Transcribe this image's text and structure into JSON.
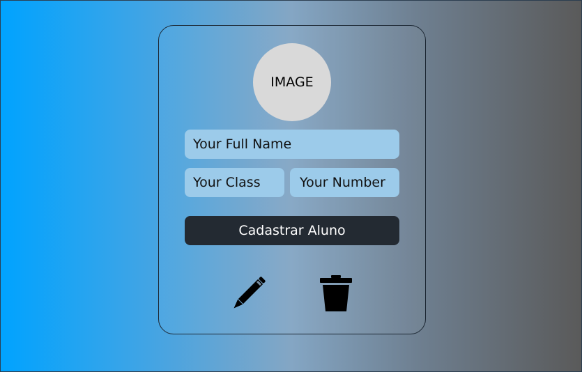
{
  "form": {
    "avatar_label": "IMAGE",
    "full_name_placeholder": "Your Full Name",
    "class_placeholder": "Your Class",
    "number_placeholder": "Your Number",
    "submit_label": "Cadastrar Aluno"
  },
  "actions": {
    "edit_icon": "pencil-icon",
    "delete_icon": "trash-icon"
  },
  "colors": {
    "gradient_start": "#00a3ff",
    "gradient_end": "#5a5a5a",
    "avatar_bg": "#d9d9d9",
    "field_bg": "#9ccbea",
    "button_bg": "#232a32",
    "button_text": "#ffffff"
  }
}
